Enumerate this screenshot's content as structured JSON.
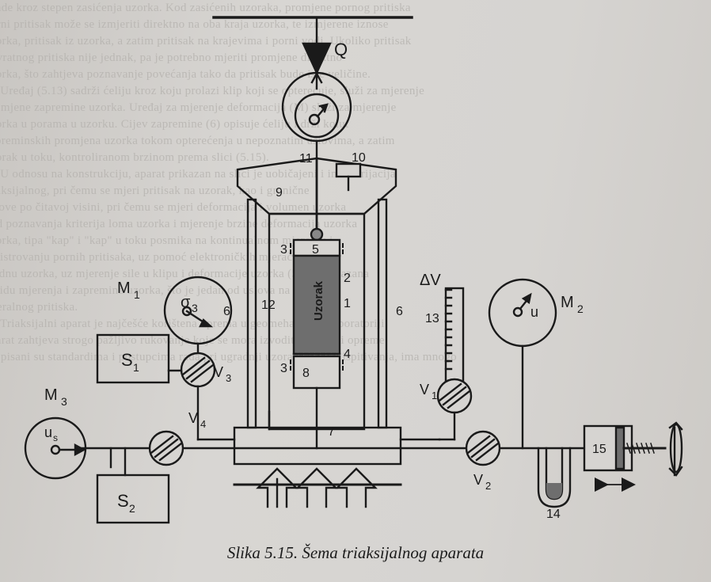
{
  "caption": "Slika 5.15. Šema triaksijalnog aparata",
  "background_text": [
    "ckade kroz stepen zasićenja uzorka. Kod zasićenih uzoraka, promjene pornog pritiska",
    "porni pritisak može se izmjeriti direktno na oba kraja uzorka, te izmjerene iznose",
    "uzorka, pritisak iz uzorka, a zatim pritisak na krajevima i porni vodi. Ukoliko pritisak",
    "povratnog pritiska nije jednak, pa je potrebno mjeriti promjene direktno",
    "uzorka, što zahtjeva poznavanje povećanja tako da pritisak bude iste veličine.",
    "",
    "     Uređaj (5.13) sadrži ćeliju kroz koju prolazi klip koji se opterećuje, služi za mjerenje",
    "promjene zapremine uzorka. Uređaj za mjerenje deformacija (M) služi za mjerenje",
    "uzorka u porama u uzorku. Cijev zapremine (6) opisuje ćeliju i drži kolut",
    "zapreminskih promjena uzorka tokom opterećenja u nepoznatim uslovima, a zatim",
    "uzorak u toku, kontroliranom brzinom prema slici (5.15).",
    "",
    "     U odnosu na konstrukciju, aparat prikazan na slici je uobičajeni i ima varijacija",
    "triaksijalnog, pri čemu se mjeri pritisak na uzorak, kao i granične",
    "uslove po čitavoj visini, pri čemu se mjeri deformacija i volumen uzorka",
    "kod poznavanja kriterija loma uzorka i mjerenje brzine deformacija uzorka",
    "uzorka, tipa \"kap\" i \"kap\" u toku posmika na kontinualnom mjerenju i",
    "registrovanju pornih pritisaka, uz pomoć elektroničkih mjerača pritiska",
    "na dnu uzorka, uz mjerenje sile u klipu i deformacije uzorka (5.15) prikazana",
    "u vidu mjerenja i zapremine uzorka, što je jedan od uslova na slici",
    "lateralnog pritiska.",
    "",
    "     Triaksijalni aparat je najčešće korištena oprema u geomehaničkoj laboratoriji",
    "aparat zahtjeva strogo pažljivo rukovanje koje se mora izvoditi, a detalji opreme",
    "propisani su standardima i postupcima rada pri ugradnji uzoraka u toku ispitivanja, ima mnogo"
  ],
  "labels": {
    "flow": "Q",
    "volume_change": "ΔV",
    "m1": "M",
    "m1_sub": "1",
    "sigma": "σ",
    "sigma_sub": "3",
    "m2": "M",
    "m2_sub": "2",
    "m2_dial": "u",
    "m3": "M",
    "m3_sub": "3",
    "m3_dial": "u",
    "m3_dial_sub": "s",
    "s1": "S",
    "s1_sub": "1",
    "s2": "S",
    "s2_sub": "2",
    "v1": "V",
    "v1_sub": "1",
    "v2": "V",
    "v2_sub": "2",
    "v3": "V",
    "v3_sub": "3",
    "v4": "V",
    "v4_sub": "4",
    "specimen": "Uzorak",
    "n1": "1",
    "n2": "2",
    "n3a": "3",
    "n3b": "3",
    "n4": "4",
    "n5": "5",
    "n6a": "6",
    "n6b": "6",
    "n7": "7",
    "n8": "8",
    "n9": "9",
    "n10": "10",
    "n11": "11",
    "n12": "12",
    "n13": "13",
    "n14": "14",
    "n15": "15"
  },
  "colors": {
    "ink": "#1a1a1a",
    "specimen_fill": "#6e6e6e",
    "paper": "#d6d4d1"
  }
}
